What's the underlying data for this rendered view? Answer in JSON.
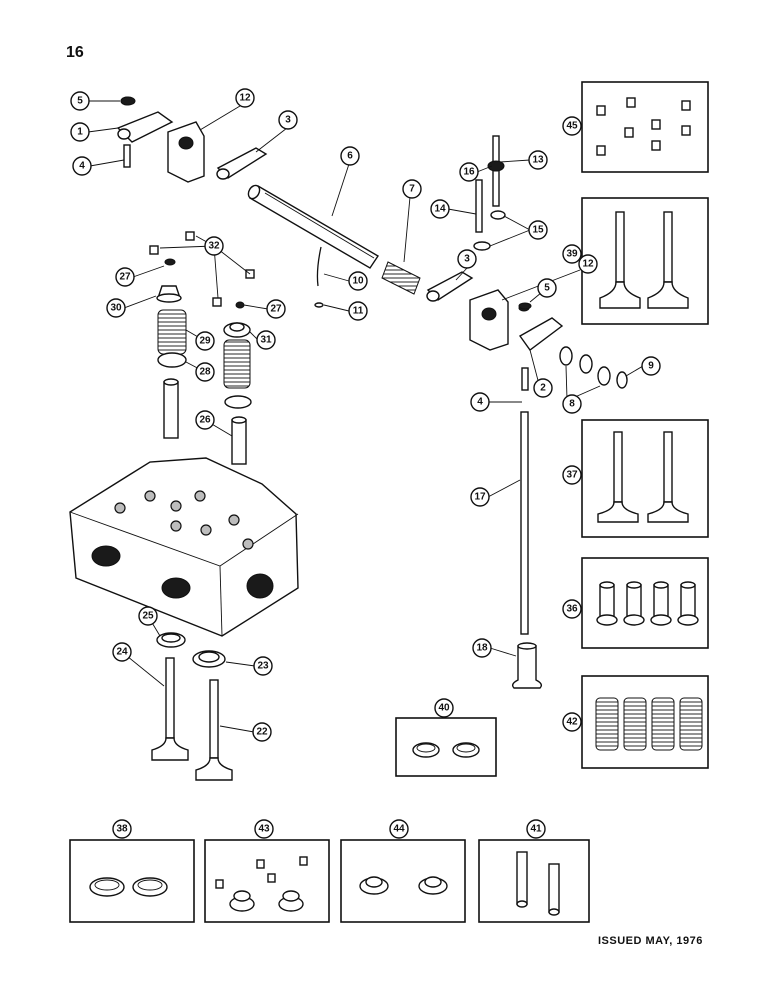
{
  "page_number": "16",
  "issued": "ISSUED MAY, 1976",
  "callouts": {
    "c1": "1",
    "c2": "2",
    "c3a": "3",
    "c3b": "3",
    "c4a": "4",
    "c4b": "4",
    "c5a": "5",
    "c5b": "5",
    "c6": "6",
    "c7": "7",
    "c8": "8",
    "c9": "9",
    "c10": "10",
    "c11": "11",
    "c12a": "12",
    "c12b": "12",
    "c13": "13",
    "c14": "14",
    "c15": "15",
    "c16": "16",
    "c17": "17",
    "c18": "18",
    "c22": "22",
    "c23": "23",
    "c24": "24",
    "c25": "25",
    "c26": "26",
    "c27a": "27",
    "c27b": "27",
    "c28": "28",
    "c29": "29",
    "c30": "30",
    "c31": "31",
    "c32": "32",
    "c36": "36",
    "c37": "37",
    "c38": "38",
    "c39": "39",
    "c40": "40",
    "c41": "41",
    "c42": "42",
    "c43": "43",
    "c44": "44",
    "c45": "45"
  }
}
